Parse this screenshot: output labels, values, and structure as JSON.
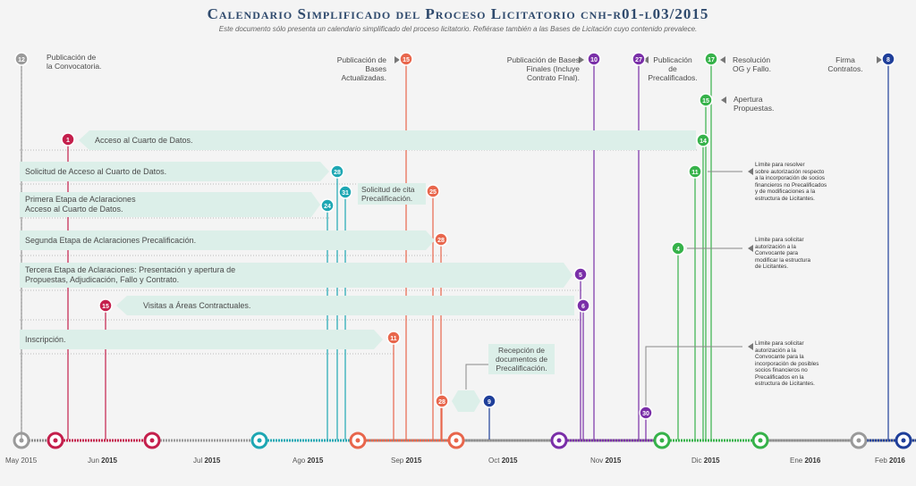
{
  "header": {
    "title": "Calendario Simplificado del Proceso Licitatorio cnh-r01-l03/2015",
    "subtitle": "Este documento sólo presenta un calendario simplificado del proceso licitatorio. Refiérase también a las Bases de Licitación cuyo contenido prevalece."
  },
  "colors": {
    "red": "#c41f4c",
    "teal": "#1ea7b3",
    "orange": "#e8664c",
    "purple": "#7a2fa8",
    "green": "#36b24a",
    "navy": "#1f3f9a",
    "gray": "#9a9a9a",
    "axis": "#8a8a8a"
  },
  "milestones_top": [
    {
      "day": "12",
      "label": "Publicación de\nla Convocatoria."
    },
    {
      "day": "15",
      "label": "Publicación de\nBases\nActualizadas."
    },
    {
      "day": "10",
      "label": "Publicación de Bases\nFinales (Incluye\nContrato FInal)."
    },
    {
      "day": "27",
      "label": "Publicación\nde\nPrecalificados."
    },
    {
      "day": "17",
      "label": "Resolución\nOG y Fallo."
    },
    {
      "day": "8",
      "label": "Firma\nContratos."
    },
    {
      "day": "15",
      "label": "Apertura\nPropuestas."
    }
  ],
  "bars": [
    {
      "label": "Acceso al Cuarto de Datos."
    },
    {
      "label": "Solicitud de Acceso al Cuarto de Datos."
    },
    {
      "label": "Primera Etapa de Aclaraciones\nAcceso al Cuarto de Datos."
    },
    {
      "label": "Segunda Etapa de Aclaraciones Precalificación."
    },
    {
      "label": "Tercera Etapa de Aclaraciones: Presentación y apertura de\nPropuestas, Adjudicación, Fallo y Contrato."
    },
    {
      "label": "Visitas a Áreas Contractuales."
    },
    {
      "label": "Inscripción."
    }
  ],
  "markers": {
    "m1": "1",
    "m14": "14",
    "m28a": "28",
    "m11g": "11",
    "m24": "24",
    "m31": "31",
    "m25": "25",
    "m28b": "28",
    "m4": "4",
    "m5": "5",
    "m6": "6",
    "m15r": "15",
    "m11o": "11",
    "m28c": "28",
    "m9": "9",
    "m30": "30"
  },
  "boxes": {
    "cita": "Solicitud de cita\nPrecalificación.",
    "recepcion": "Recepción de\ndocumentos de\nPrecalificación."
  },
  "notes": {
    "n1": "Límite para resolver\nsobre autorización respecto\na la incorporación de socios\nfinancieros no Precalificados\ny de modificaciones a la\nestructura de Licitantes.",
    "n2": "Límite para solicitar\nautorización a la\nConvocante para\nmodificar la estructura\nde Licitantes.",
    "n3": "Límite para solicitar\nautorización a la\nConvocante para la\nincorporación de posibles\nsocios financieros no\nPrecalificados en la\nestructura de Licitantes."
  },
  "months": [
    {
      "name": "May",
      "year": "2015"
    },
    {
      "name": "Jun",
      "year": "2015"
    },
    {
      "name": "Jul",
      "year": "2015"
    },
    {
      "name": "Ago",
      "year": "2015"
    },
    {
      "name": "Sep",
      "year": "2015"
    },
    {
      "name": "Oct",
      "year": "2015"
    },
    {
      "name": "Nov",
      "year": "2015"
    },
    {
      "name": "Dic",
      "year": "2015"
    },
    {
      "name": "Ene",
      "year": "2016"
    },
    {
      "name": "Feb",
      "year": "2016"
    }
  ]
}
